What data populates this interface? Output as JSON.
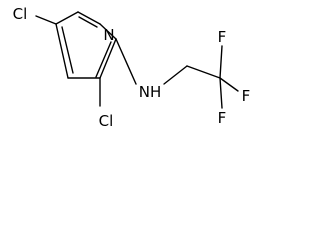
{
  "diagram": {
    "type": "chemical-structure",
    "atoms": {
      "cl_top": "Cl",
      "n_ring": "N",
      "cl_bottom": "Cl",
      "nh": "NH",
      "f_top": "F",
      "f_right": "F",
      "f_bottom": "F"
    }
  }
}
